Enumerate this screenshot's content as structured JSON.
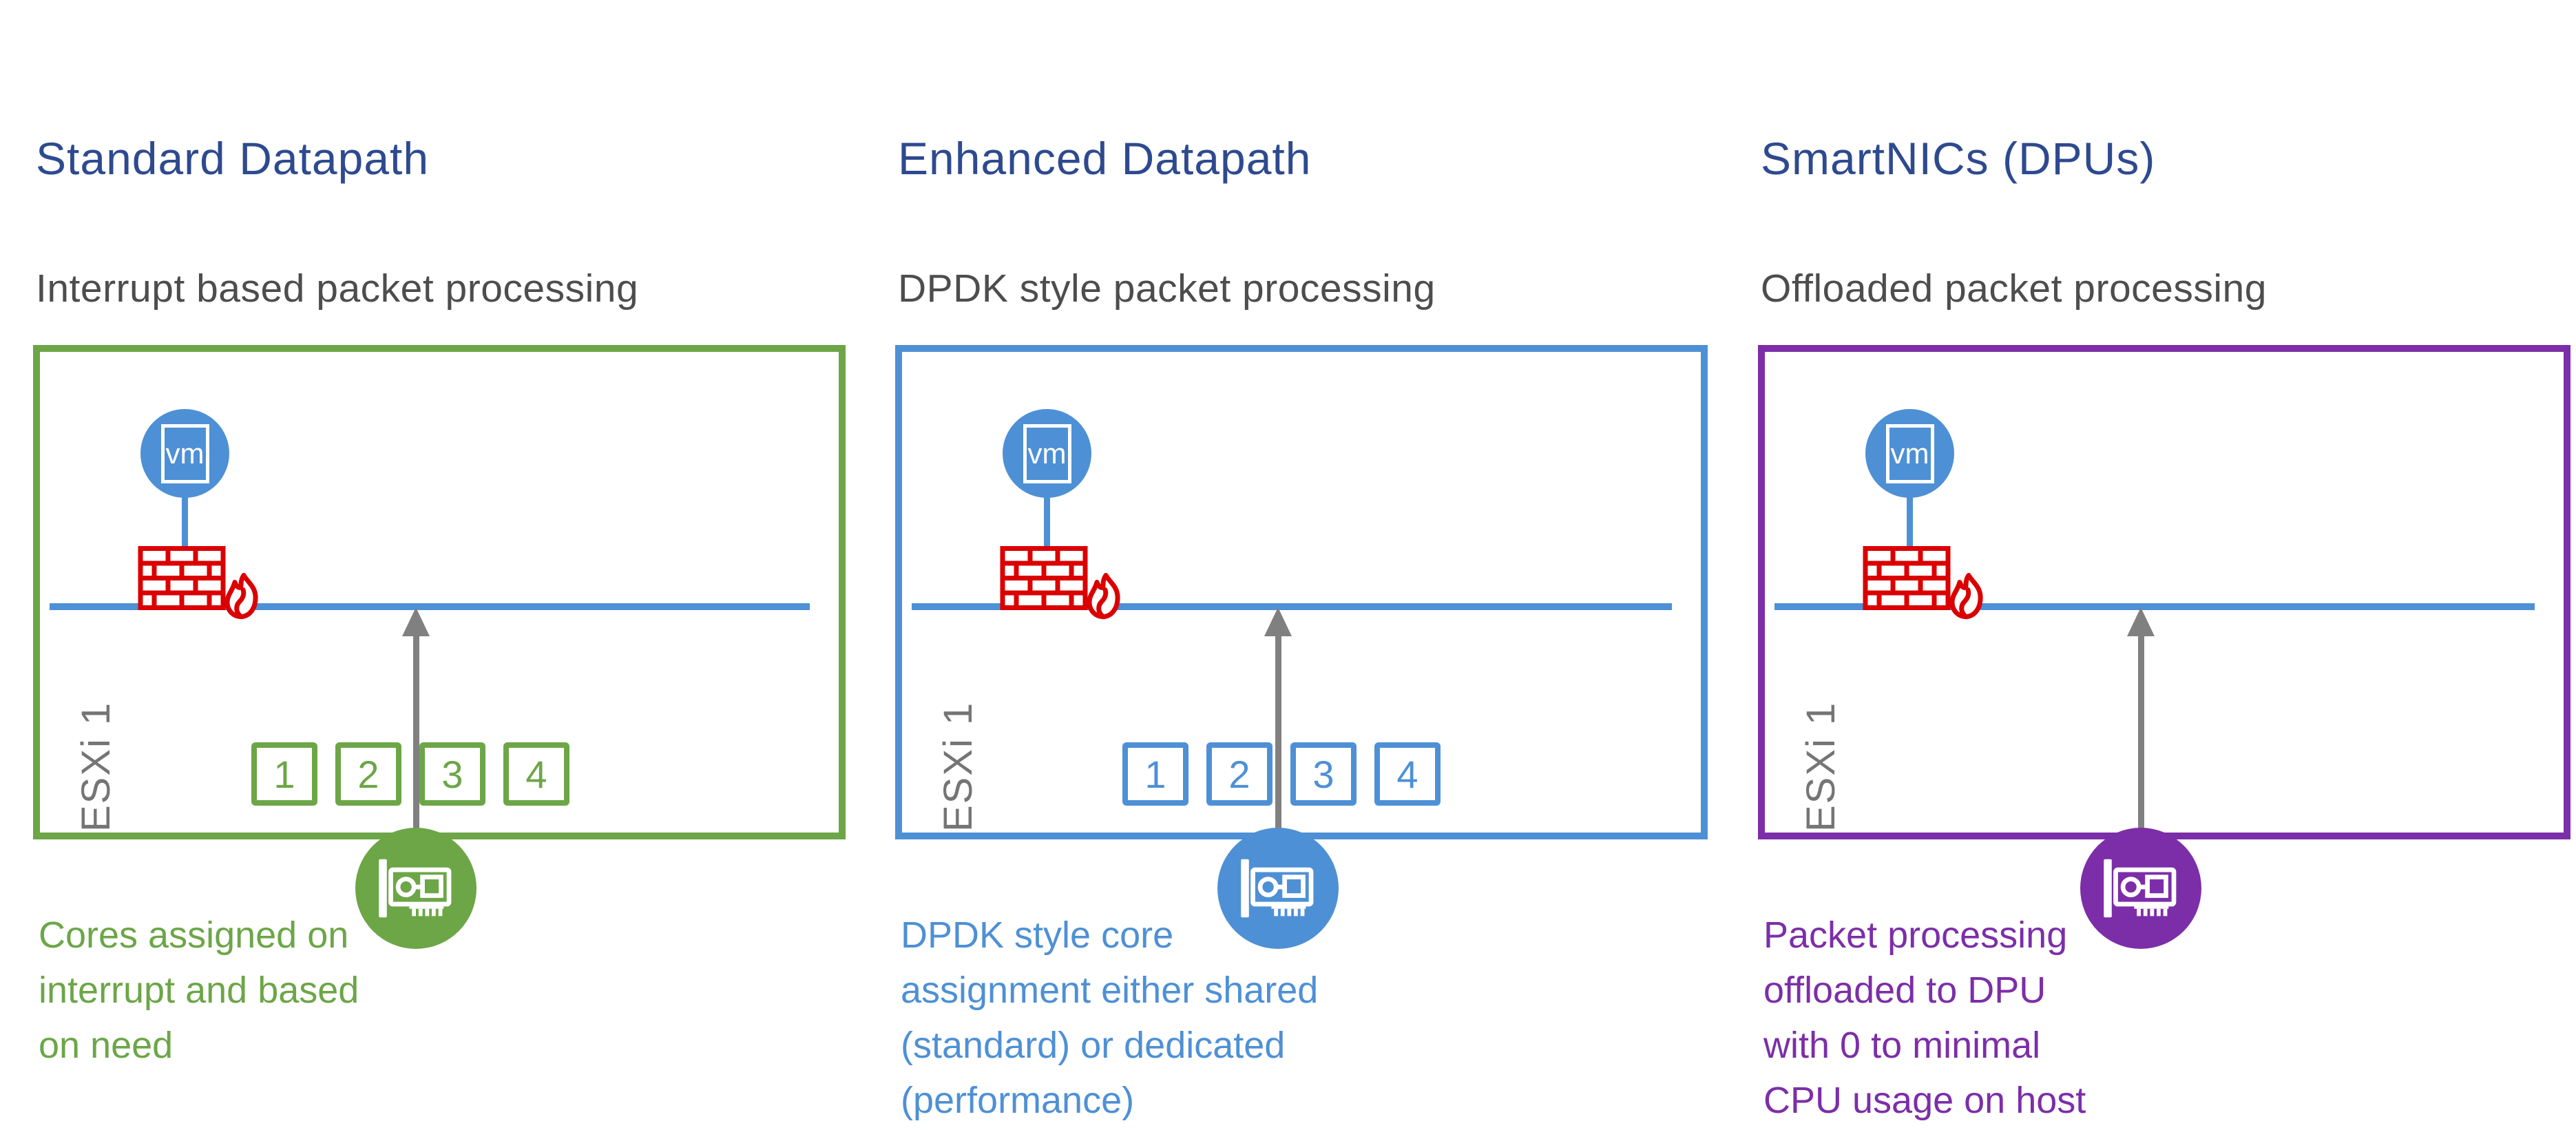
{
  "colors": {
    "title_navy": "#2E4A8F",
    "subtitle_gray": "#4D4D4D",
    "vm_blue": "#4E90D5",
    "firewall_red": "#DB0000",
    "arrow_gray": "#808080",
    "host_label_gray": "#757575",
    "background": "#FFFFFF"
  },
  "icons": {
    "vm": "vm-circle-icon",
    "firewall": "firewall-bricks-flame-icon",
    "nic": "network-card-icon",
    "arrow": "up-arrow-icon"
  },
  "panels": [
    {
      "title": "Standard Datapath",
      "subtitle": "Interrupt based packet processing",
      "accent": "#6CA647",
      "host_label": "ESXi 1",
      "vm_label": "vm",
      "cores": [
        "1",
        "2",
        "3",
        "4"
      ],
      "description_lines": [
        "Cores assigned on",
        "interrupt and based",
        "on need"
      ]
    },
    {
      "title": "Enhanced Datapath",
      "subtitle": "DPDK style packet processing",
      "accent": "#4E90D5",
      "host_label": "ESXi 1",
      "vm_label": "vm",
      "cores": [
        "1",
        "2",
        "3",
        "4"
      ],
      "description_lines": [
        "DPDK style core",
        "assignment either shared",
        "(standard) or dedicated",
        "(performance)"
      ]
    },
    {
      "title": "SmartNICs (DPUs)",
      "subtitle": "Offloaded packet processing",
      "accent": "#7C2EA8",
      "host_label": "ESXi 1",
      "vm_label": "vm",
      "cores": [],
      "description_lines": [
        "Packet processing",
        "offloaded to DPU",
        "with 0 to minimal",
        "CPU usage on host"
      ]
    }
  ]
}
